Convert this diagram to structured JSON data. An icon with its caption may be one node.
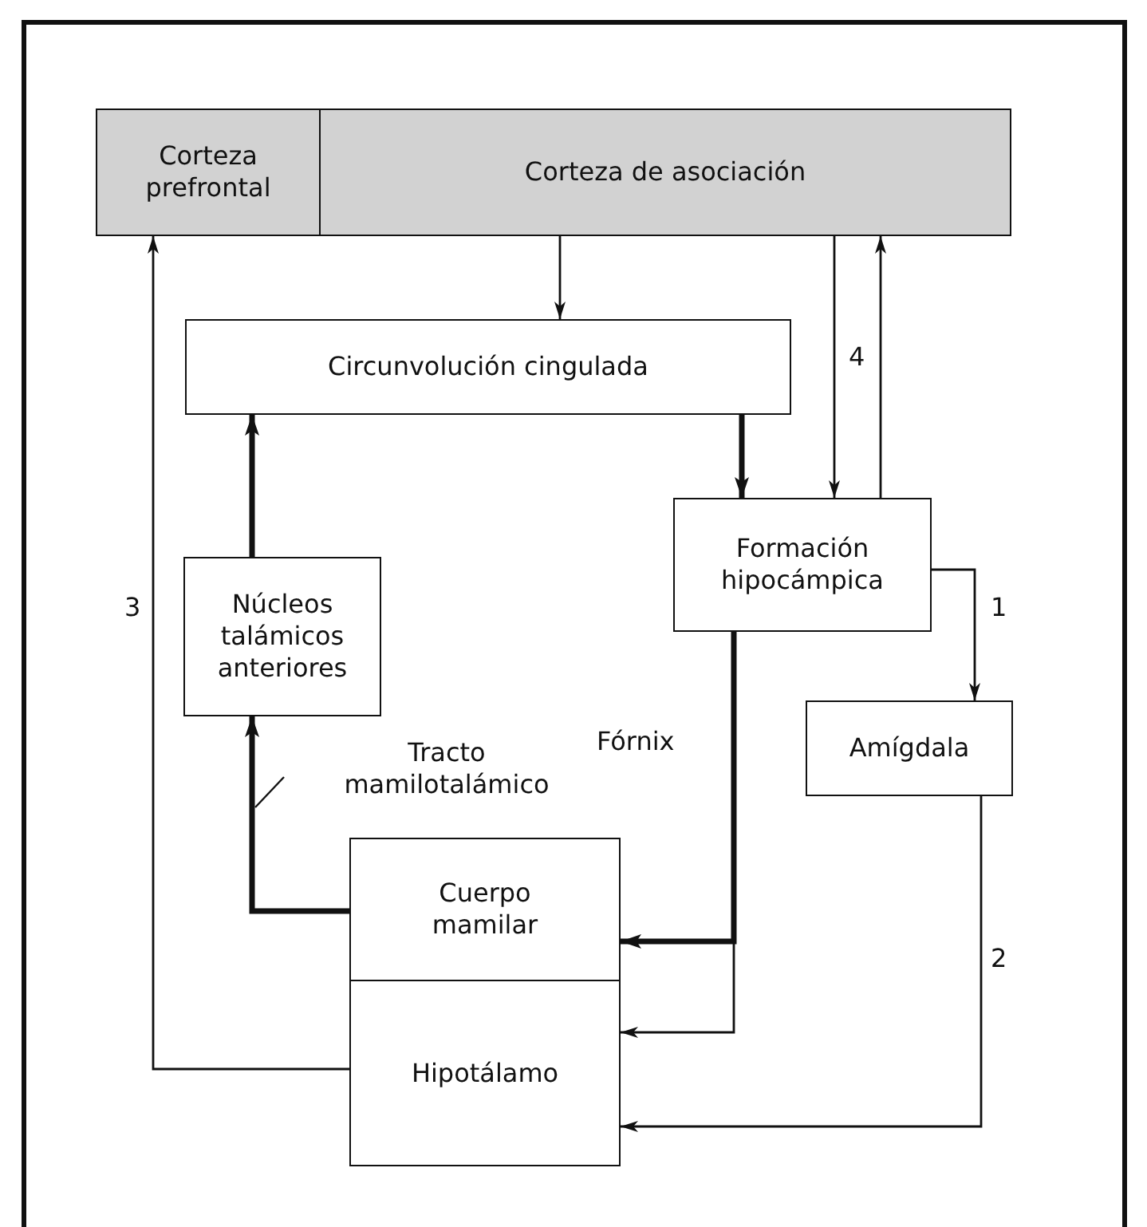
{
  "diagram": {
    "nodes": [
      {
        "text": [
          "Corteza prefrontal"
        ]
      },
      {
        "text": [
          "Corteza de asociación"
        ]
      },
      {
        "text": [
          "Circunvolución cingulada"
        ]
      },
      {
        "text": [
          "Formación hipocámpica"
        ]
      },
      {
        "text": [
          "Núcleos talámicos anteriores"
        ]
      },
      {
        "text": [
          "Amígdala"
        ]
      },
      {
        "text": [
          "Cuerpo mamilar"
        ]
      },
      {
        "text": [
          "Hipotálamo"
        ]
      }
    ],
    "edges": [
      {
        "from": 1,
        "to": 2,
        "arrow": "to"
      },
      {
        "from": 2,
        "to": 3,
        "arrow": "to",
        "style": "thick"
      },
      {
        "from": 1,
        "to": 3,
        "arrow": "to",
        "label": "4"
      },
      {
        "from": 3,
        "to": 1,
        "arrow": "to"
      },
      {
        "from": 3,
        "to": 5,
        "arrow": "to",
        "label": "1"
      },
      {
        "from": 3,
        "to": 6,
        "arrow": "to",
        "style": "thick",
        "label": "Fórnix"
      },
      {
        "from": 3,
        "to": 7,
        "arrow": "to"
      },
      {
        "from": 5,
        "to": 7,
        "arrow": "to",
        "label": "2"
      },
      {
        "from": 6,
        "to": 4,
        "arrow": "to",
        "style": "thick",
        "label": "Tracto mamilotalámico"
      },
      {
        "from": 4,
        "to": 2,
        "arrow": "to",
        "style": "thick"
      },
      {
        "from": 7,
        "to": 0,
        "arrow": "to",
        "label": "3"
      }
    ]
  }
}
